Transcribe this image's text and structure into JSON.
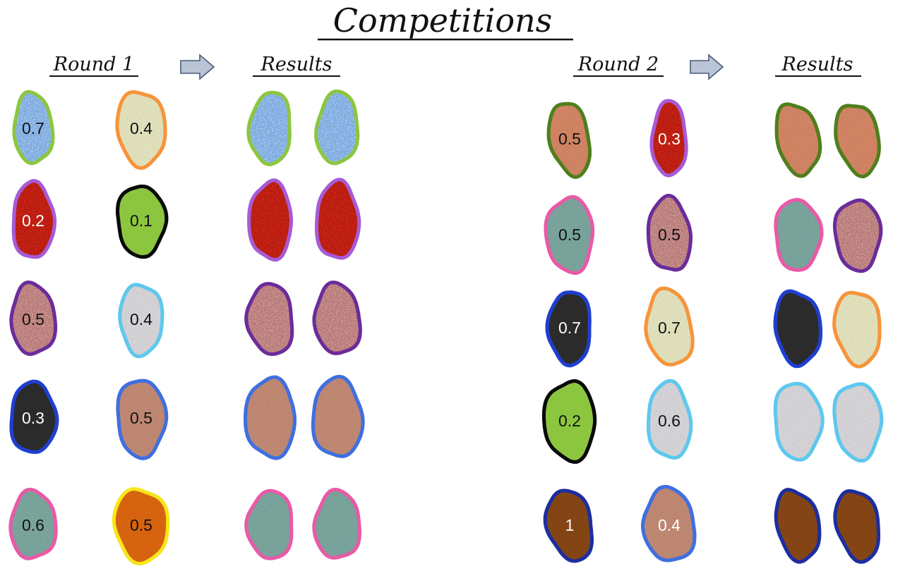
{
  "title": "Competitions",
  "round1": {
    "heading": "Round 1",
    "results_heading": "Results",
    "pairs": [
      {
        "left": {
          "value": "0.7",
          "fill": "#7fa6dc",
          "outline": "#8cc63f",
          "texture": "mottled",
          "text_color": "#111111"
        },
        "right": {
          "value": "0.4",
          "fill": "#e9eec8",
          "outline": "#f7943a",
          "texture": "speckle",
          "text_color": "#111111"
        },
        "results": [
          {
            "fill": "#7fa6dc",
            "outline": "#8cc63f",
            "texture": "mottled"
          },
          {
            "fill": "#7fa6dc",
            "outline": "#8cc63f",
            "texture": "mottled"
          }
        ]
      },
      {
        "left": {
          "value": "0.2",
          "fill": "#b01c10",
          "outline": "#a65bd8",
          "texture": "mottled",
          "text_color": "#ffffff"
        },
        "right": {
          "value": "0.1",
          "fill": "#8cc63f",
          "outline": "#0a0a0a",
          "texture": "none",
          "text_color": "#111111"
        },
        "results": [
          {
            "fill": "#b01c10",
            "outline": "#a65bd8",
            "texture": "mottled"
          },
          {
            "fill": "#b01c10",
            "outline": "#a65bd8",
            "texture": "mottled"
          }
        ]
      },
      {
        "left": {
          "value": "0.5",
          "fill": "#b07a78",
          "outline": "#6b2c9b",
          "texture": "mottled",
          "text_color": "#111111"
        },
        "right": {
          "value": "0.4",
          "fill": "#dcdfe4",
          "outline": "#5ec8ee",
          "texture": "speckle",
          "text_color": "#111111"
        },
        "results": [
          {
            "fill": "#b07a78",
            "outline": "#6b2c9b",
            "texture": "mottled"
          },
          {
            "fill": "#b07a78",
            "outline": "#6b2c9b",
            "texture": "mottled"
          }
        ]
      },
      {
        "left": {
          "value": "0.3",
          "fill": "#2b2b2b",
          "outline": "#1f3fd1",
          "texture": "none",
          "text_color": "#ffffff"
        },
        "right": {
          "value": "0.5",
          "fill": "#c6907a",
          "outline": "#3f6fe0",
          "texture": "speckle",
          "text_color": "#111111"
        },
        "results": [
          {
            "fill": "#c6907a",
            "outline": "#3f6fe0",
            "texture": "speckle"
          },
          {
            "fill": "#c6907a",
            "outline": "#3f6fe0",
            "texture": "speckle"
          }
        ]
      },
      {
        "left": {
          "value": "0.6",
          "fill": "#7eaea6",
          "outline": "#e95aa7",
          "texture": "speckle",
          "text_color": "#111111"
        },
        "right": {
          "value": "0.5",
          "fill": "#e06a12",
          "outline": "#f7e61a",
          "texture": "speckle",
          "text_color": "#111111"
        },
        "results": [
          {
            "fill": "#7eaea6",
            "outline": "#e95aa7",
            "texture": "speckle"
          },
          {
            "fill": "#7eaea6",
            "outline": "#e95aa7",
            "texture": "speckle"
          }
        ]
      }
    ]
  },
  "round2": {
    "heading": "Round 2",
    "results_heading": "Results",
    "pairs": [
      {
        "left": {
          "value": "0.5",
          "fill": "#d88c6a",
          "outline": "#4f7f1c",
          "texture": "speckle",
          "text_color": "#111111"
        },
        "right": {
          "value": "0.3",
          "fill": "#b01c10",
          "outline": "#a65bd8",
          "texture": "mottled",
          "text_color": "#ffffff"
        },
        "results": [
          {
            "fill": "#d88c6a",
            "outline": "#4f7f1c",
            "texture": "speckle"
          },
          {
            "fill": "#d88c6a",
            "outline": "#4f7f1c",
            "texture": "speckle"
          }
        ]
      },
      {
        "left": {
          "value": "0.5",
          "fill": "#7eaea6",
          "outline": "#e95aa7",
          "texture": "speckle",
          "text_color": "#111111"
        },
        "right": {
          "value": "0.5",
          "fill": "#b07a78",
          "outline": "#6b2c9b",
          "texture": "mottled",
          "text_color": "#111111"
        },
        "results": [
          {
            "fill": "#7eaea6",
            "outline": "#e95aa7",
            "texture": "speckle"
          },
          {
            "fill": "#b07a78",
            "outline": "#6b2c9b",
            "texture": "mottled"
          }
        ]
      },
      {
        "left": {
          "value": "0.7",
          "fill": "#2b2b2b",
          "outline": "#1f3fd1",
          "texture": "none",
          "text_color": "#ffffff"
        },
        "right": {
          "value": "0.7",
          "fill": "#e9eec8",
          "outline": "#f7943a",
          "texture": "speckle",
          "text_color": "#111111"
        },
        "results": [
          {
            "fill": "#2b2b2b",
            "outline": "#1f3fd1",
            "texture": "none"
          },
          {
            "fill": "#e9eec8",
            "outline": "#f7943a",
            "texture": "speckle"
          }
        ]
      },
      {
        "left": {
          "value": "0.2",
          "fill": "#8cc63f",
          "outline": "#0a0a0a",
          "texture": "none",
          "text_color": "#111111"
        },
        "right": {
          "value": "0.6",
          "fill": "#dcdfe4",
          "outline": "#5ec8ee",
          "texture": "speckle",
          "text_color": "#111111"
        },
        "results": [
          {
            "fill": "#dcdfe4",
            "outline": "#5ec8ee",
            "texture": "speckle"
          },
          {
            "fill": "#dcdfe4",
            "outline": "#5ec8ee",
            "texture": "speckle"
          }
        ]
      },
      {
        "left": {
          "value": "1",
          "fill": "#8a4a16",
          "outline": "#1c2ea0",
          "texture": "speckle",
          "text_color": "#ffffff"
        },
        "right": {
          "value": "0.4",
          "fill": "#c6907a",
          "outline": "#3f6fe0",
          "texture": "speckle",
          "text_color": "#ffffff"
        },
        "results": [
          {
            "fill": "#8a4a16",
            "outline": "#1c2ea0",
            "texture": "speckle"
          },
          {
            "fill": "#8a4a16",
            "outline": "#1c2ea0",
            "texture": "speckle"
          }
        ]
      }
    ]
  }
}
